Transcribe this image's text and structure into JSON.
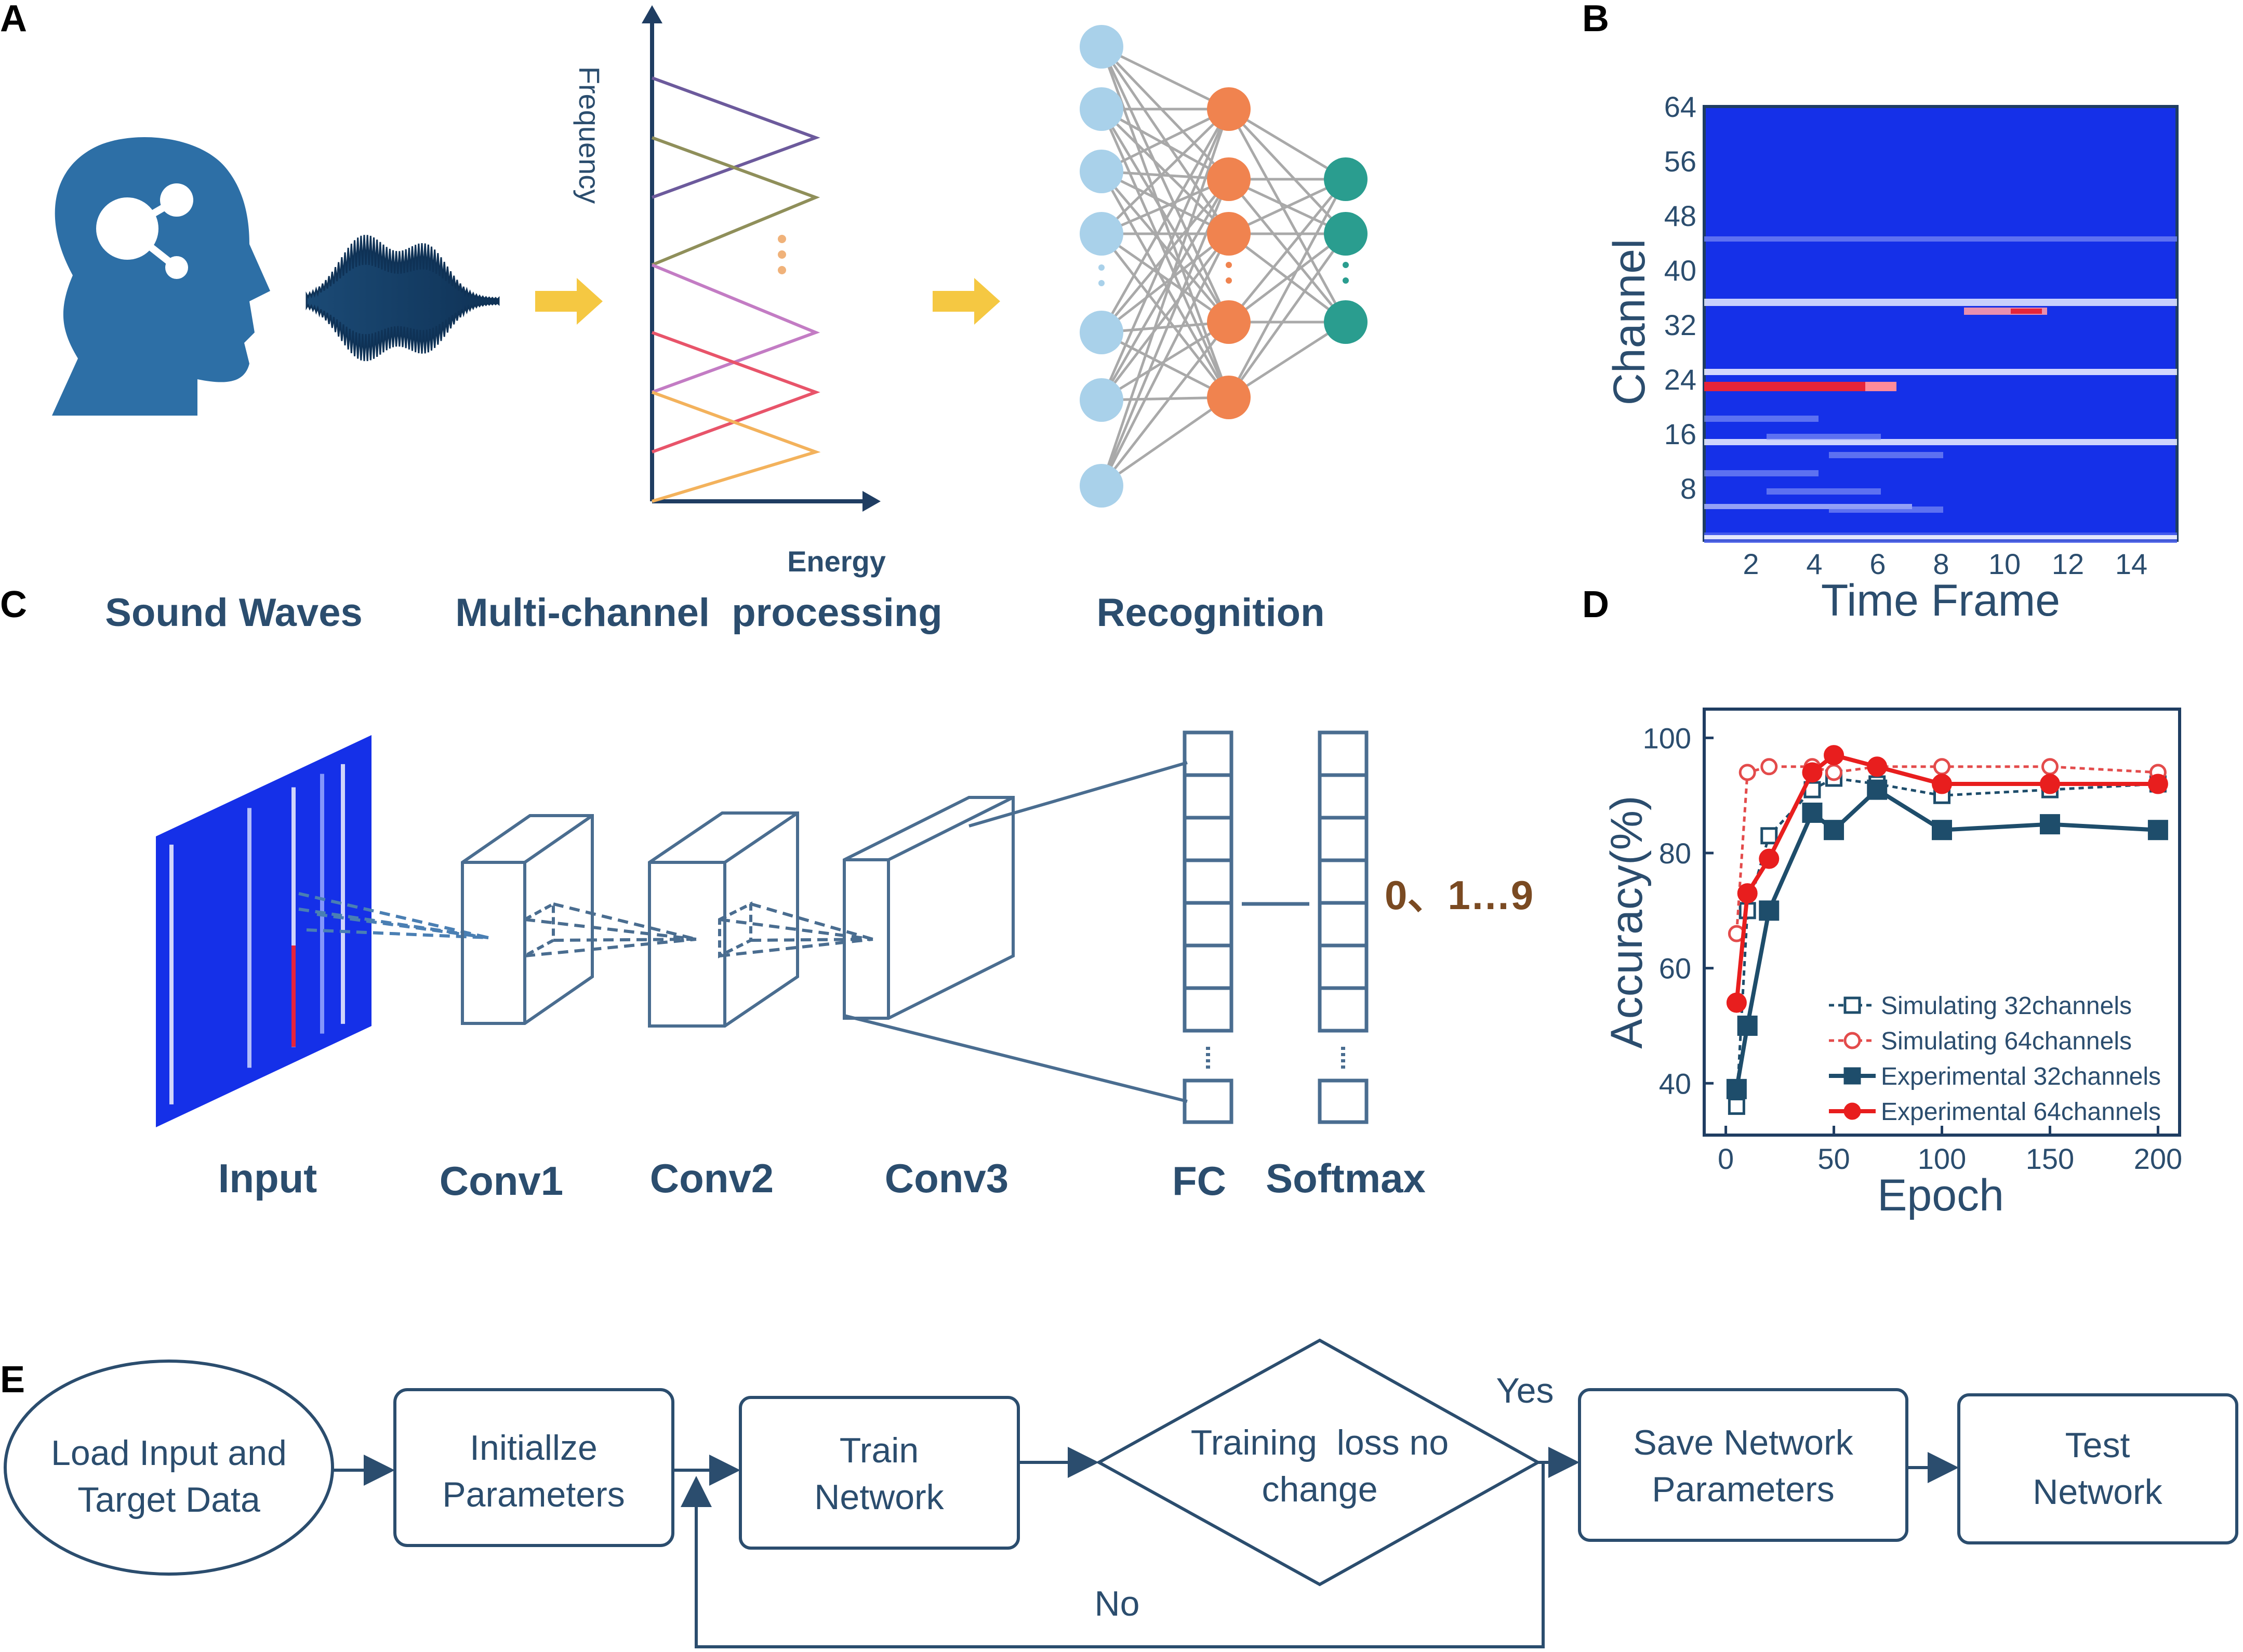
{
  "panels": {
    "a": "A",
    "b": "B",
    "c": "C",
    "d": "D",
    "e": "E"
  },
  "panel_a": {
    "labels": {
      "sound_waves": "Sound Waves",
      "multichannel": "Multi-channel  processing",
      "recognition": "Recognition"
    },
    "filterbank_axes": {
      "frequency": "Frequency",
      "energy": "Energy"
    },
    "filter_colors": [
      "#6c5a9c",
      "#8f8f5a",
      "#c37cc4",
      "#e8546a",
      "#f3b25c"
    ],
    "icons": [
      "head-with-network-icon",
      "sound-wave-icon",
      "arrow-icon"
    ]
  },
  "panel_b": {
    "ylabel": "Channel",
    "xlabel": "Time Frame",
    "yticks": [
      "64",
      "56",
      "48",
      "40",
      "32",
      "24",
      "16",
      "8"
    ],
    "xticks": [
      "2",
      "4",
      "6",
      "8",
      "10",
      "12",
      "14"
    ],
    "background_color": "#1530e8"
  },
  "panel_c": {
    "labels": {
      "input": "Input",
      "conv1": "Conv1",
      "conv2": "Conv2",
      "conv3": "Conv3",
      "fc": "FC",
      "softmax": "Softmax"
    },
    "output": "0、1…9",
    "output_color": "#7a4a22"
  },
  "chart_data": {
    "type": "line",
    "xlabel": "Epoch",
    "ylabel": "Accuracy(%)",
    "xlim": [
      -10,
      210
    ],
    "ylim": [
      31,
      105
    ],
    "xticks": [
      0,
      50,
      100,
      150,
      200
    ],
    "yticks": [
      40,
      60,
      80,
      100
    ],
    "grid": false,
    "legend_position": "bottom-right",
    "series": [
      {
        "name": "Simulating 32channels",
        "color": "#1e4d6b",
        "marker": "open-square",
        "dashed": true,
        "x": [
          5,
          10,
          20,
          40,
          50,
          70,
          100,
          150,
          200
        ],
        "values": [
          36,
          70,
          83,
          91,
          93,
          92,
          90,
          91,
          92
        ]
      },
      {
        "name": "Simulating 64channels",
        "color": "#e34b4b",
        "marker": "open-circle",
        "dashed": true,
        "x": [
          5,
          10,
          20,
          40,
          50,
          70,
          100,
          150,
          200
        ],
        "values": [
          66,
          94,
          95,
          95,
          94,
          95,
          95,
          95,
          94
        ]
      },
      {
        "name": "Experimental 32channels",
        "color": "#1e4d6b",
        "marker": "filled-square",
        "dashed": false,
        "x": [
          5,
          10,
          20,
          40,
          50,
          70,
          100,
          150,
          200
        ],
        "values": [
          39,
          50,
          70,
          87,
          84,
          91,
          84,
          85,
          84
        ]
      },
      {
        "name": "Experimental 64channels",
        "color": "#e81e1e",
        "marker": "filled-circle",
        "dashed": false,
        "x": [
          5,
          10,
          20,
          40,
          50,
          70,
          100,
          150,
          200
        ],
        "values": [
          54,
          73,
          79,
          94,
          97,
          95,
          92,
          92,
          92
        ]
      }
    ]
  },
  "panel_e": {
    "load": [
      "Load Input and",
      "Target Data"
    ],
    "init": [
      "Initiallze",
      "Parameters"
    ],
    "train": [
      "Train",
      "Network"
    ],
    "decision": [
      "Training  loss no",
      "change"
    ],
    "save": [
      "Save Network",
      "Parameters"
    ],
    "test": [
      "Test",
      "Network"
    ],
    "yes": "Yes",
    "no": "No"
  },
  "colors": {
    "primary": "#2b4d6e",
    "arrow_yellow": "#f5c842"
  }
}
